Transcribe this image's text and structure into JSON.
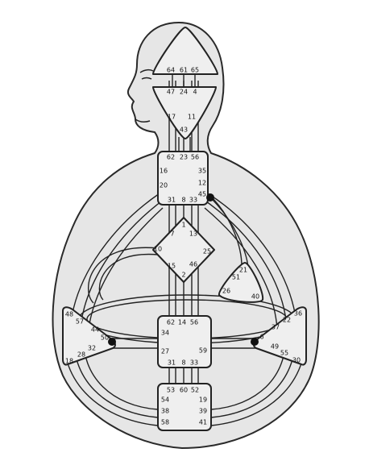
{
  "diagram": {
    "gates": {
      "head": [
        "64",
        "61",
        "65"
      ],
      "ajna_top": [
        "47",
        "24",
        "4"
      ],
      "ajna_bottom": [
        "17",
        "11",
        "43"
      ],
      "throat_top": [
        "62",
        "23",
        "56"
      ],
      "throat_left": [
        "16",
        "20"
      ],
      "throat_right": [
        "35",
        "12",
        "45"
      ],
      "throat_bottom": [
        "31",
        "8",
        "33"
      ],
      "g_top": [
        "1",
        "7",
        "13"
      ],
      "g_left": [
        "10",
        "15"
      ],
      "g_right": [
        "25",
        "46",
        "2"
      ],
      "ego": [
        "21",
        "51",
        "26",
        "40"
      ],
      "spleen": [
        "48",
        "57",
        "44",
        "50",
        "32",
        "28",
        "18"
      ],
      "solar": [
        "36",
        "22",
        "37",
        "6",
        "49",
        "55",
        "30"
      ],
      "sacral_top": [
        "62",
        "14",
        "56"
      ],
      "sacral_left": [
        "34",
        "27"
      ],
      "sacral_right": [
        "59"
      ],
      "sacral_bottom": [
        "31",
        "8",
        "33"
      ],
      "root_top": [
        "53",
        "60",
        "52"
      ],
      "root_left": [
        "54",
        "38",
        "58"
      ],
      "root_right": [
        "19",
        "39",
        "41"
      ]
    },
    "colors": {
      "fill": "#e6e6e6",
      "center": "#efefef",
      "line": "#222222"
    }
  }
}
